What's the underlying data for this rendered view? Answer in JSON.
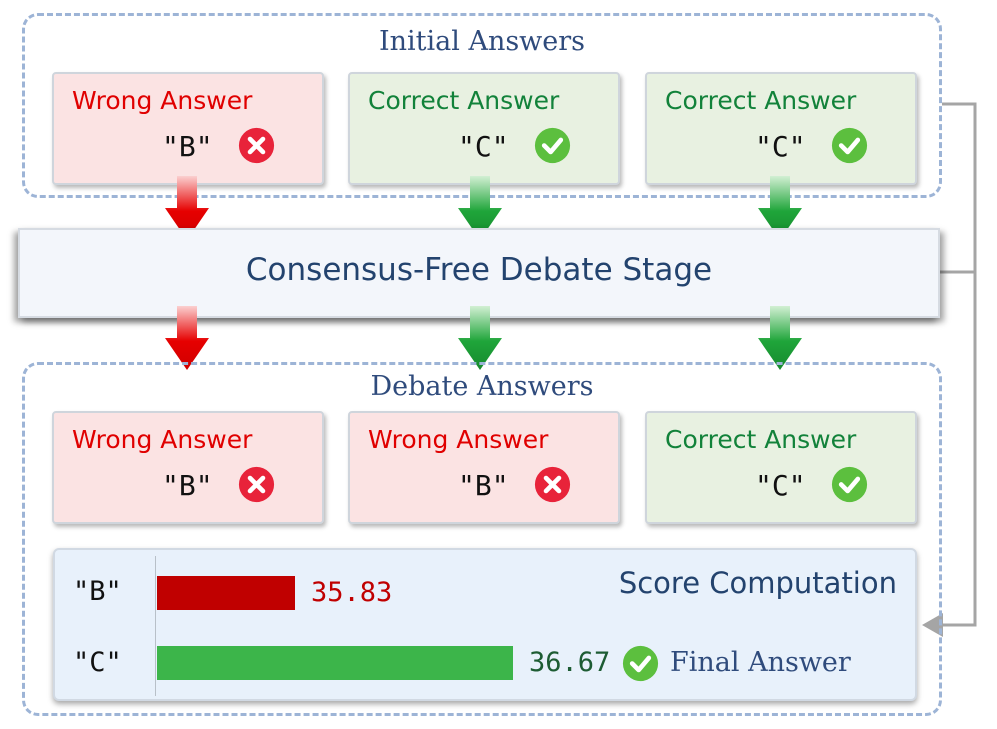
{
  "initial_answers": {
    "title": "Initial Answers",
    "cards": [
      {
        "label": "Wrong Answer",
        "value": "\"B\"",
        "status": "wrong",
        "icon": "x-circle-icon"
      },
      {
        "label": "Correct Answer",
        "value": "\"C\"",
        "status": "correct",
        "icon": "check-circle-icon"
      },
      {
        "label": "Correct Answer",
        "value": "\"C\"",
        "status": "correct",
        "icon": "check-circle-icon"
      }
    ]
  },
  "stage": {
    "title": "Consensus-Free Debate Stage"
  },
  "debate_answers": {
    "title": "Debate Answers",
    "cards": [
      {
        "label": "Wrong Answer",
        "value": "\"B\"",
        "status": "wrong",
        "icon": "x-circle-icon"
      },
      {
        "label": "Wrong Answer",
        "value": "\"B\"",
        "status": "wrong",
        "icon": "x-circle-icon"
      },
      {
        "label": "Correct Answer",
        "value": "\"C\"",
        "status": "correct",
        "icon": "check-circle-icon"
      }
    ]
  },
  "score_computation": {
    "title": "Score Computation",
    "rows": [
      {
        "label": "\"B\"",
        "score": "35.83",
        "color": "#c00000"
      },
      {
        "label": "\"C\"",
        "score": "36.67",
        "color": "#3cb54a"
      }
    ],
    "final_answer": "Final Answer"
  },
  "colors": {
    "wrong": "#e00000",
    "correct": "#12823a",
    "arrow_red": "#e60000",
    "arrow_green": "#1fa53a",
    "dashed_border": "#9db4d6",
    "title_blue": "#23436e"
  }
}
